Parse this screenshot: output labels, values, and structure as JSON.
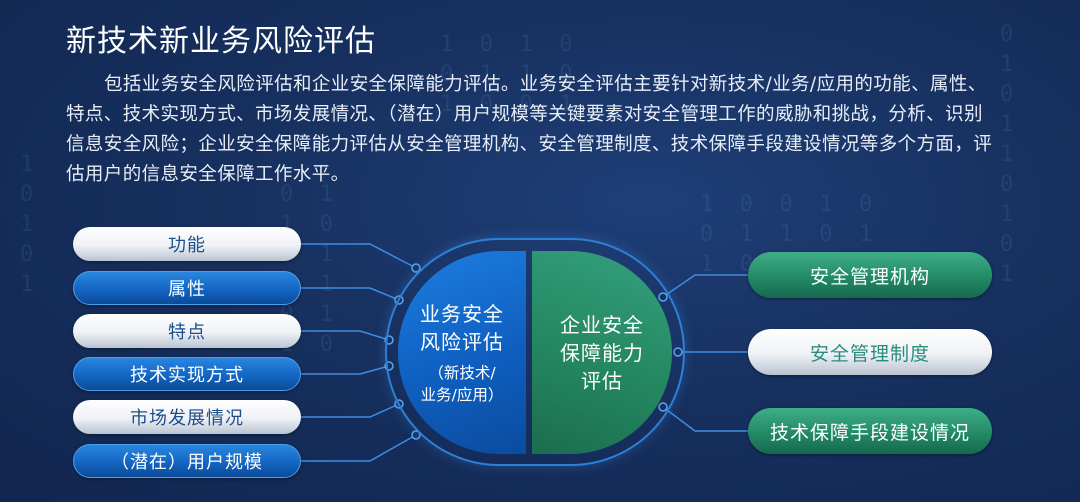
{
  "title": "新技术新业务风险评估",
  "description": "包括业务安全风险评估和企业安全保障能力评估。业务安全评估主要针对新技术/业务/应用的功能、属性、特点、技术实现方式、市场发展情况、（潜在）用户规模等关键要素对安全管理工作的威胁和挑战，分析、识别信息安全风险；企业安全保障能力评估从安全管理机构、安全管理制度、技术保障手段建设情况等多个方面，评估用户的信息安全保障工作水平。",
  "left_items": [
    {
      "label": "功能",
      "style": "white"
    },
    {
      "label": "属性",
      "style": "blue"
    },
    {
      "label": "特点",
      "style": "white"
    },
    {
      "label": "技术实现方式",
      "style": "blue"
    },
    {
      "label": "市场发展情况",
      "style": "white"
    },
    {
      "label": "（潜在）用户规模",
      "style": "blue"
    }
  ],
  "center": {
    "left_title_line1": "业务安全",
    "left_title_line2": "风险评估",
    "left_sub_line1": "（新技术/",
    "left_sub_line2": "业务/应用）",
    "right_title_line1": "企业安全",
    "right_title_line2": "保障能力",
    "right_title_line3": "评估"
  },
  "right_items": [
    {
      "label": "安全管理机构",
      "style": "green"
    },
    {
      "label": "安全管理制度",
      "style": "white-green"
    },
    {
      "label": "技术保障手段建设情况",
      "style": "green"
    }
  ],
  "colors": {
    "background": "#17305f",
    "blue": "#1366c3",
    "green": "#238a66",
    "connector": "#3d8de0"
  }
}
